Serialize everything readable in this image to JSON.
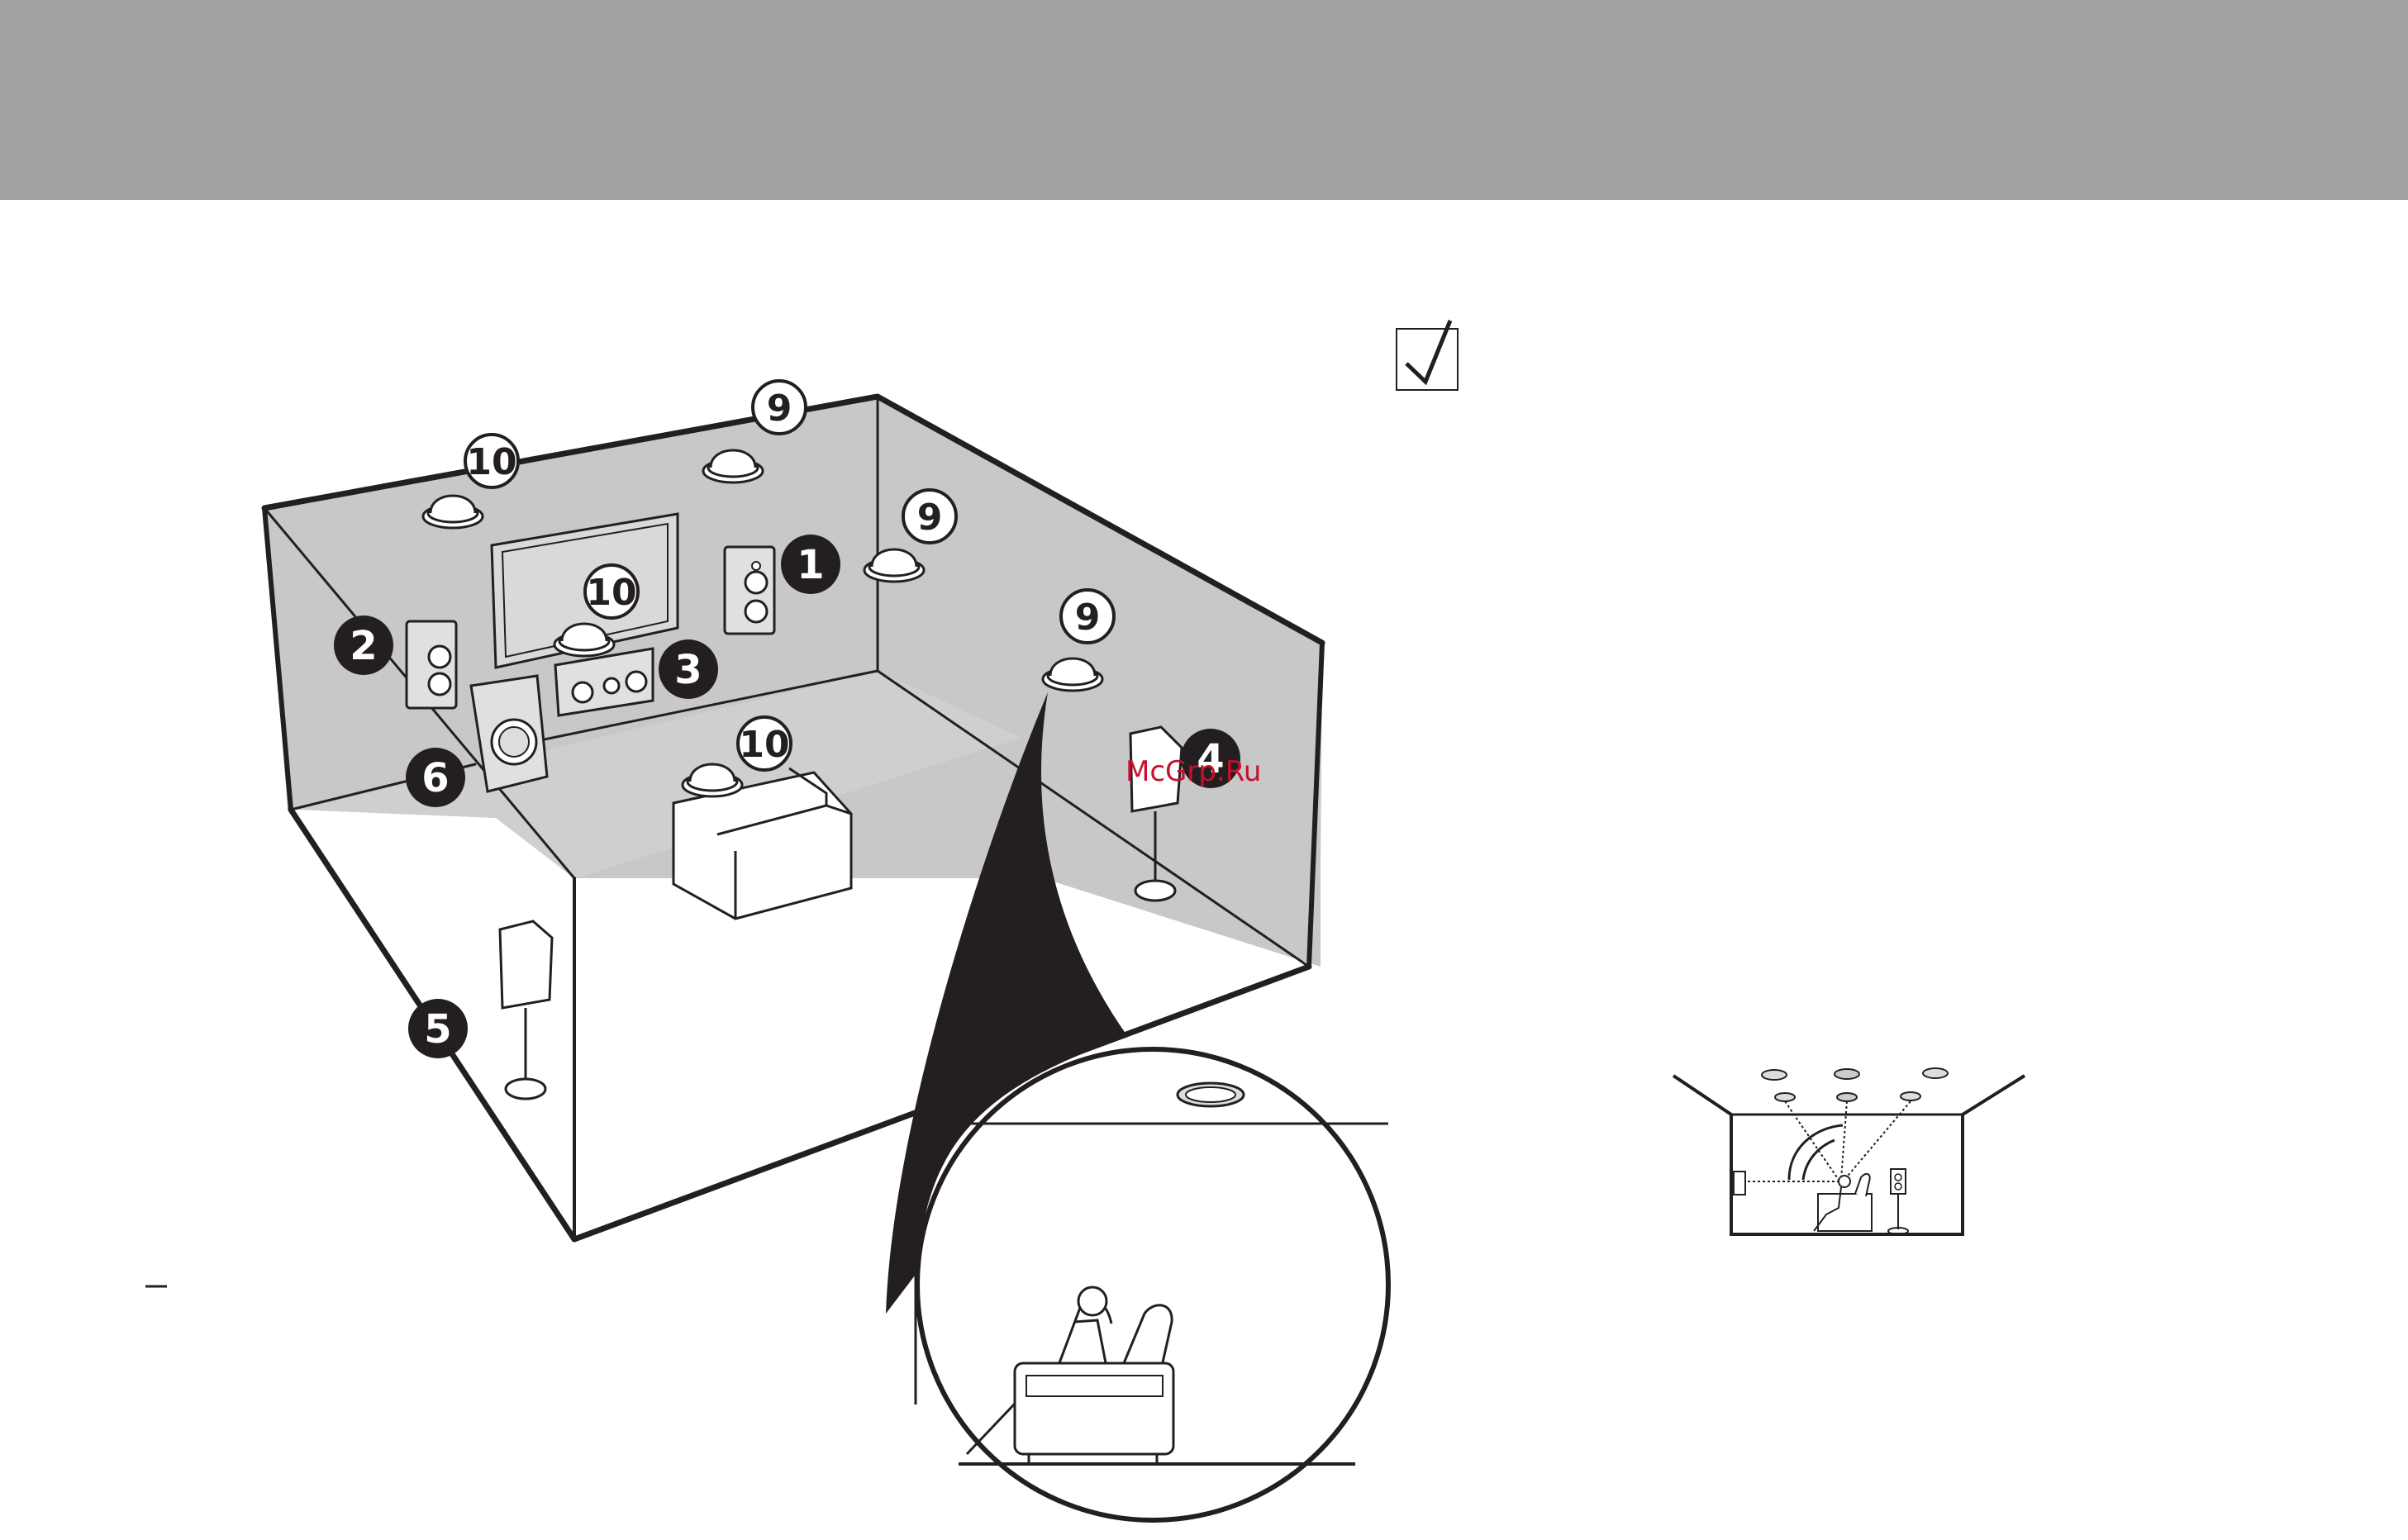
{
  "header": {
    "band_color": "#a3a3a3"
  },
  "watermark": {
    "text": "McGrp.Ru",
    "color": "#c8102e"
  },
  "callouts": {
    "front_right": "1",
    "front_left": "2",
    "center": "3",
    "surround_right": "4",
    "surround_left": "5",
    "subwoofer": "6",
    "top_middle_a": "9",
    "top_middle_b": "9",
    "top_middle_c": "9",
    "top_front_a": "10",
    "top_front_b": "10",
    "top_front_c": "10"
  },
  "icons": {
    "check": "check-box-icon",
    "speaker": "speaker-icon",
    "ceiling_speaker": "ceiling-speaker-icon",
    "subwoofer": "subwoofer-icon",
    "tv": "tv-icon",
    "sofa": "sofa-icon",
    "listener": "listener-icon"
  },
  "colors": {
    "room_fill": "#c8c8c8",
    "line": "#231f20",
    "callout_fill": "#231f20"
  }
}
